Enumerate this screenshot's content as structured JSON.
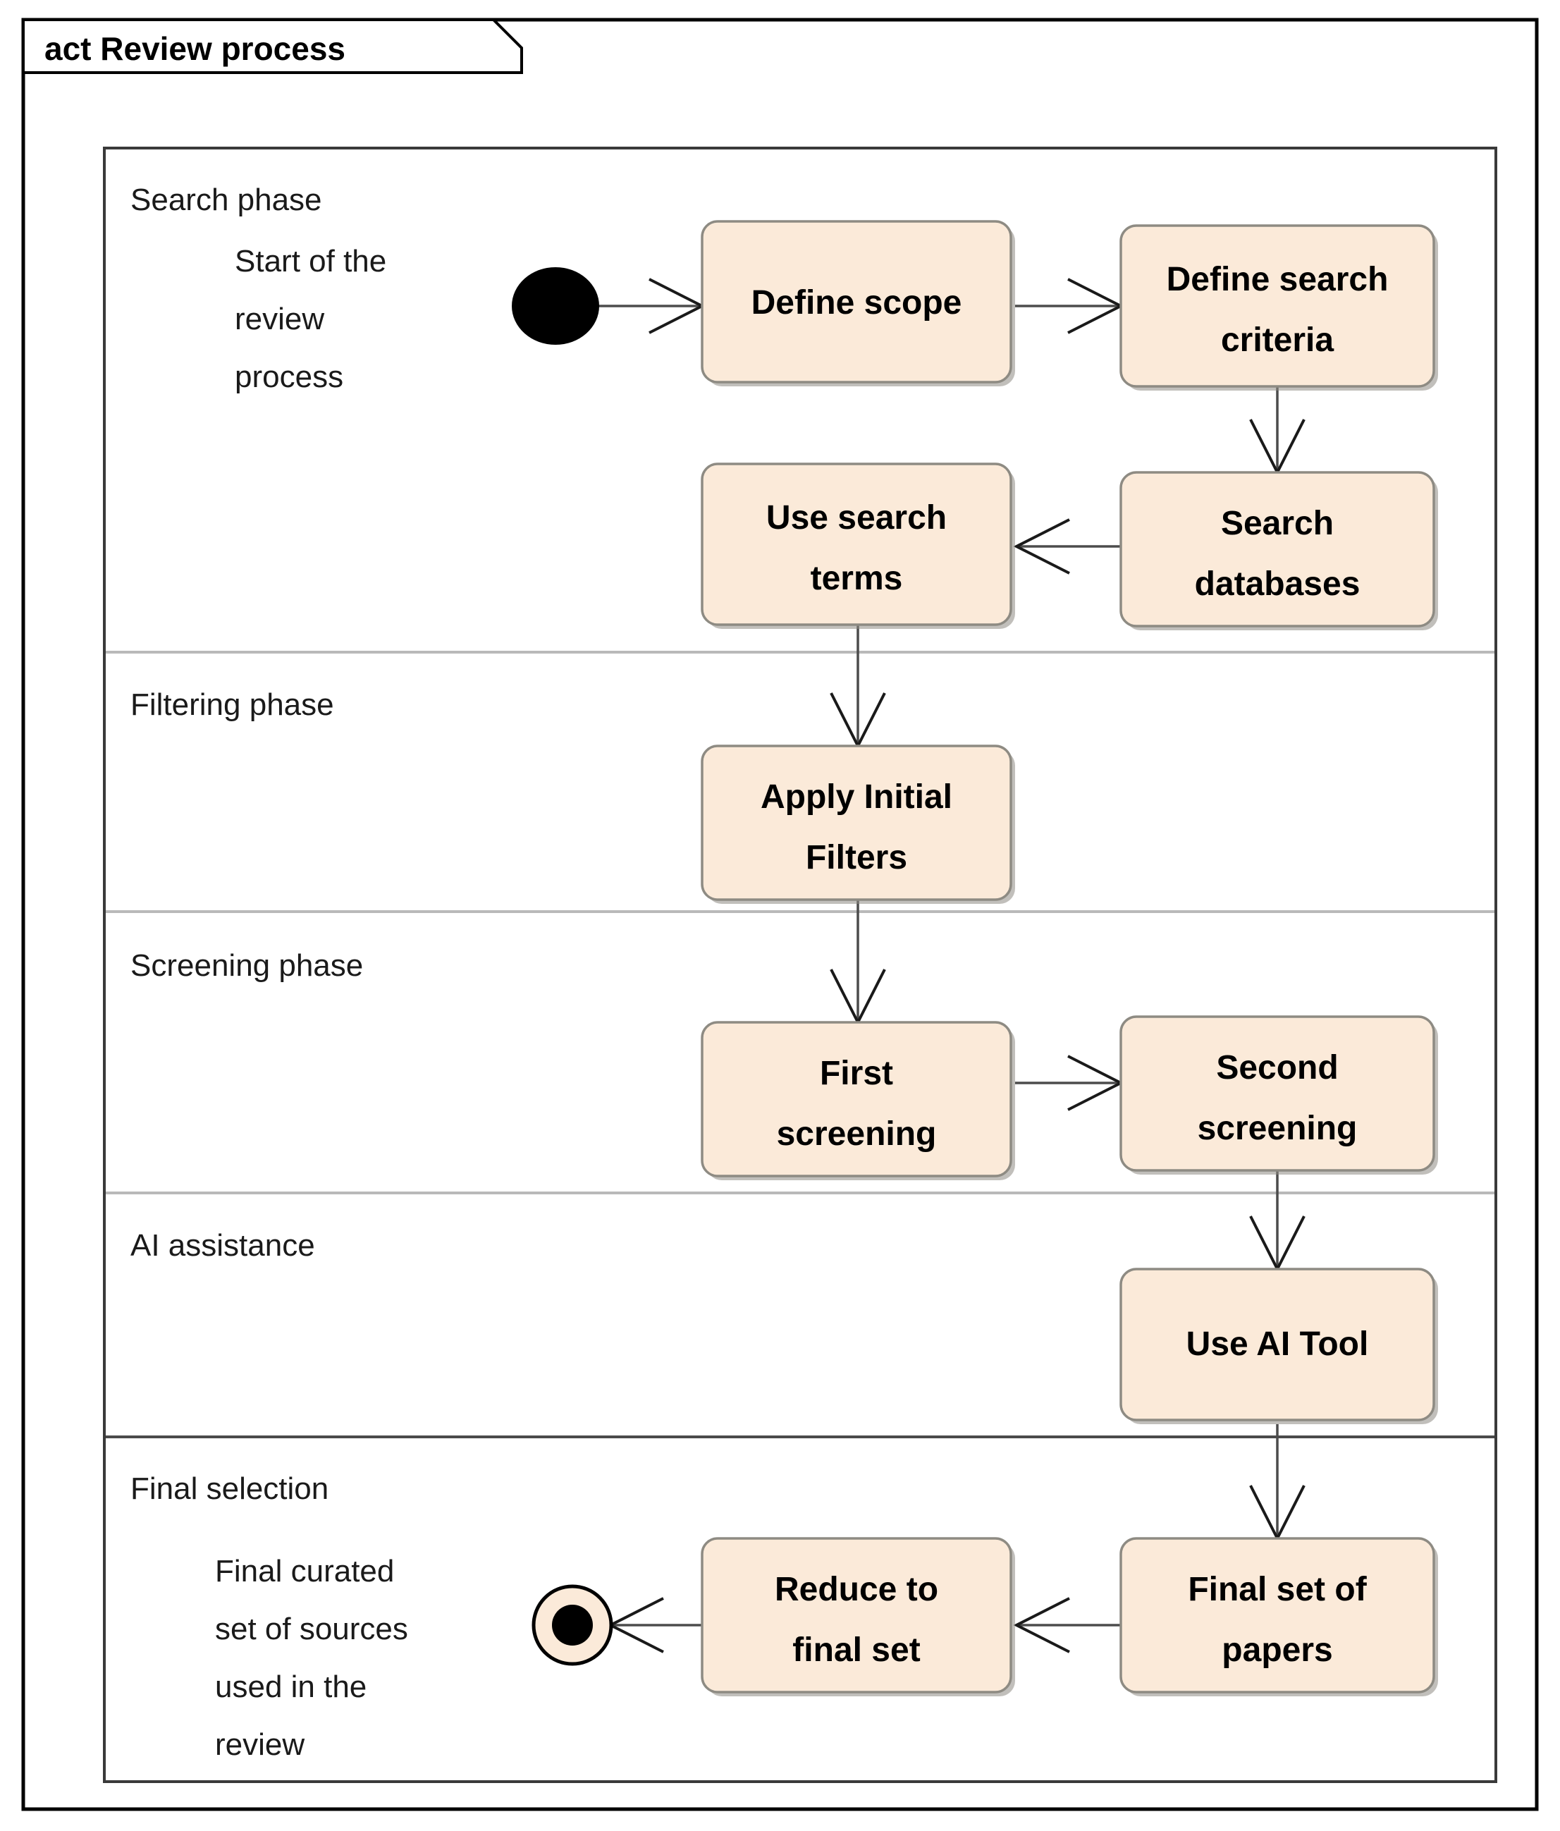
{
  "diagram": {
    "kind": "uml-activity-diagram",
    "title": "act Review process",
    "colors": {
      "action_fill": "#fbead9",
      "action_border": "#8e8b83",
      "frame_border": "#000000",
      "lane_divider": "#b9b9b9",
      "canvas": "#ffffff",
      "node_black": "#000000"
    },
    "lanes": [
      {
        "id": "search",
        "label": "Search phase"
      },
      {
        "id": "filtering",
        "label": "Filtering phase"
      },
      {
        "id": "screening",
        "label": "Screening phase"
      },
      {
        "id": "ai",
        "label": "AI assistance"
      },
      {
        "id": "final",
        "label": "Final selection"
      }
    ],
    "notes": [
      {
        "id": "start-note",
        "lane": "search",
        "lines": [
          "Start of the",
          "review",
          "process"
        ]
      },
      {
        "id": "end-note",
        "lane": "final",
        "lines": [
          "Final curated",
          "set of sources",
          "used in the",
          "review"
        ]
      }
    ],
    "nodes": [
      {
        "id": "initial",
        "type": "initial-node",
        "lane": "search",
        "label": ""
      },
      {
        "id": "define-scope",
        "type": "action",
        "lane": "search",
        "lines": [
          "Define scope"
        ]
      },
      {
        "id": "define-search-criteria",
        "type": "action",
        "lane": "search",
        "lines": [
          "Define search",
          "criteria"
        ]
      },
      {
        "id": "search-databases",
        "type": "action",
        "lane": "search",
        "lines": [
          "Search",
          "databases"
        ]
      },
      {
        "id": "use-search-terms",
        "type": "action",
        "lane": "search",
        "lines": [
          "Use search",
          "terms"
        ]
      },
      {
        "id": "apply-initial-filters",
        "type": "action",
        "lane": "filtering",
        "lines": [
          "Apply Initial",
          "Filters"
        ]
      },
      {
        "id": "first-screening",
        "type": "action",
        "lane": "screening",
        "lines": [
          "First",
          "screening"
        ]
      },
      {
        "id": "second-screening",
        "type": "action",
        "lane": "screening",
        "lines": [
          "Second",
          "screening"
        ]
      },
      {
        "id": "use-ai-tool",
        "type": "action",
        "lane": "ai",
        "lines": [
          "Use AI Tool"
        ]
      },
      {
        "id": "final-set-of-papers",
        "type": "action",
        "lane": "final",
        "lines": [
          "Final set of",
          "papers"
        ]
      },
      {
        "id": "reduce-to-final-set",
        "type": "action",
        "lane": "final",
        "lines": [
          "Reduce to",
          "final set"
        ]
      },
      {
        "id": "final-node",
        "type": "final-node",
        "lane": "final",
        "label": ""
      }
    ],
    "edges": [
      {
        "from": "initial",
        "to": "define-scope",
        "direction": "right"
      },
      {
        "from": "define-scope",
        "to": "define-search-criteria",
        "direction": "right"
      },
      {
        "from": "define-search-criteria",
        "to": "search-databases",
        "direction": "down"
      },
      {
        "from": "search-databases",
        "to": "use-search-terms",
        "direction": "left"
      },
      {
        "from": "use-search-terms",
        "to": "apply-initial-filters",
        "direction": "down"
      },
      {
        "from": "apply-initial-filters",
        "to": "first-screening",
        "direction": "down"
      },
      {
        "from": "first-screening",
        "to": "second-screening",
        "direction": "right"
      },
      {
        "from": "second-screening",
        "to": "use-ai-tool",
        "direction": "down"
      },
      {
        "from": "use-ai-tool",
        "to": "final-set-of-papers",
        "direction": "down"
      },
      {
        "from": "final-set-of-papers",
        "to": "reduce-to-final-set",
        "direction": "left"
      },
      {
        "from": "reduce-to-final-set",
        "to": "final-node",
        "direction": "left"
      }
    ]
  }
}
